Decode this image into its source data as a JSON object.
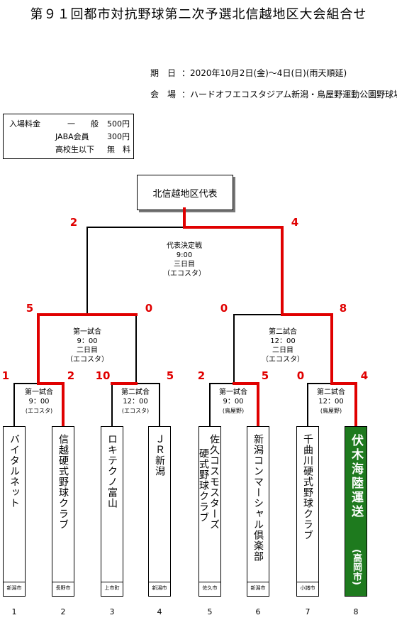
{
  "title": "第９１回都市対抗野球第二次予選北信越地区大会組合せ",
  "schedule": {
    "label": "期　日",
    "value": "：2020年10月2日(金)～4日(日)(雨天順延)"
  },
  "venue": {
    "label": "会　場",
    "value": "：ハードオフエコスタジアム新潟・鳥屋野運動公園野球場"
  },
  "fees": {
    "header": "入場料金",
    "rows": [
      {
        "type": "一　　般",
        "price": "500円"
      },
      {
        "type": "JABA会員",
        "price": "300円"
      },
      {
        "type": "高校生以下",
        "price": "無　料"
      }
    ]
  },
  "representative": "北信越地区代表",
  "final": {
    "name": "代表決定戦",
    "time": "9:00",
    "day": "三日目",
    "venue": "（エコスタ）",
    "score_left": "2",
    "score_right": "4"
  },
  "semis": [
    {
      "name": "第一試合",
      "time": "9：00",
      "day": "二日目",
      "venue": "（エコスタ）",
      "score_left": "5",
      "score_right": "0"
    },
    {
      "name": "第二試合",
      "time": "12：00",
      "day": "二日目",
      "venue": "（エコスタ）",
      "score_left": "0",
      "score_right": "8"
    }
  ],
  "firsts": [
    {
      "name": "第一試合",
      "time": "9：00",
      "venue": "(エコスタ)",
      "score_left": "1",
      "score_right": "2"
    },
    {
      "name": "第二試合",
      "time": "12：00",
      "venue": "(エコスタ)",
      "score_left": "10",
      "score_right": "5"
    },
    {
      "name": "第一試合",
      "time": "9：00",
      "venue": "(鳥屋野)",
      "score_left": "2",
      "score_right": "5"
    },
    {
      "name": "第二試合",
      "time": "12：00",
      "venue": "(鳥屋野)",
      "score_left": "0",
      "score_right": "4"
    }
  ],
  "teams": [
    {
      "num": "1",
      "name": "バイタルネット",
      "city": "新潟市"
    },
    {
      "num": "2",
      "name": "信越硬式野球クラブ",
      "city": "長野市"
    },
    {
      "num": "3",
      "name": "ロキテクノ富山",
      "city": "上市町"
    },
    {
      "num": "4",
      "name": "ＪＲ新潟",
      "city": "新潟市"
    },
    {
      "num": "5",
      "name_a": "佐久コスモスターズ",
      "name_b": "硬式野球クラブ",
      "city": "佐久市"
    },
    {
      "num": "6",
      "name": "新潟コンマーシャル倶楽部",
      "city": "新潟市"
    },
    {
      "num": "7",
      "name": "千曲川硬式野球クラブ",
      "city": "小諸市"
    },
    {
      "num": "8",
      "name": "伏木海陸運送",
      "sub": "(高岡市)"
    }
  ],
  "colors": {
    "win_line": "#e00000",
    "line": "#000000",
    "winner_box": "#1e7a1e"
  }
}
